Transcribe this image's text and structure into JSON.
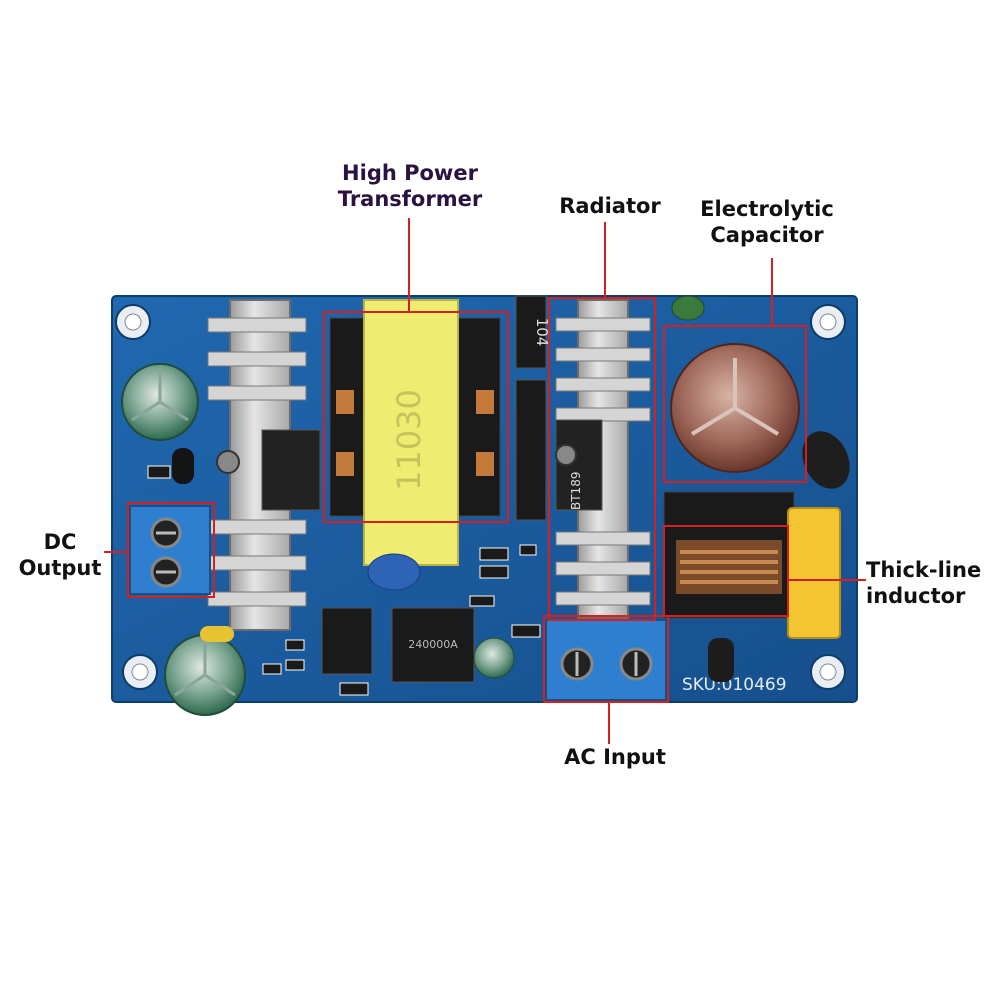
{
  "labels": {
    "high_power_transformer": [
      "High Power",
      "Transformer"
    ],
    "radiator": "Radiator",
    "electrolytic_capacitor": [
      "Electrolytic",
      "Capacitor"
    ],
    "dc_output": [
      "DC",
      "Output"
    ],
    "thick_line_inductor": [
      "Thick-line",
      "inductor"
    ],
    "ac_input": "AC Input"
  },
  "board_markings": {
    "transformer_code": "11030",
    "sku": "SKU:010469",
    "cap_code": "104",
    "chip_code": "240000A",
    "transistor_code": "BT189"
  },
  "colors": {
    "pcb": "#1c5fa4",
    "pcb_dark": "#15497f",
    "callout_line": "#d42020",
    "transformer": "#f0ec72",
    "terminal_blue": "#2f7fd0",
    "heatsink": "#c9c9c9",
    "cap_green": "#2f7a5a",
    "cap_brown": "#8a4a3c"
  },
  "icons": [
    "heatsink-icon",
    "capacitor-icon",
    "terminal-block-icon",
    "transformer-icon",
    "inductor-icon",
    "fuse-icon",
    "ic-chip-icon"
  ]
}
